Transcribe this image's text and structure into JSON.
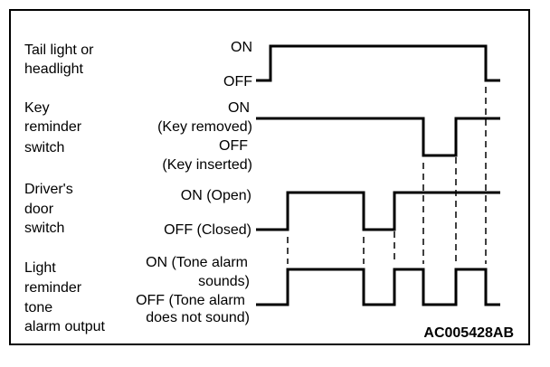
{
  "signals": [
    {
      "name_lines": [
        "Tail light or",
        "headlight"
      ],
      "state_on": [
        "ON"
      ],
      "state_off": [
        "OFF"
      ]
    },
    {
      "name_lines": [
        "Key",
        "reminder",
        "switch"
      ],
      "state_on": [
        "ON",
        "(Key removed)"
      ],
      "state_off": [
        "OFF",
        "(Key inserted)"
      ]
    },
    {
      "name_lines": [
        "Driver's",
        "door",
        "switch"
      ],
      "state_on": [
        "ON (Open)"
      ],
      "state_off": [
        "OFF (Closed)"
      ]
    },
    {
      "name_lines": [
        "Light",
        "reminder",
        "tone",
        "alarm output"
      ],
      "state_on": [
        "ON (Tone alarm",
        "sounds)"
      ],
      "state_off": [
        "OFF (Tone alarm",
        "does not sound)"
      ]
    }
  ],
  "figure_code": "AC005428AB"
}
